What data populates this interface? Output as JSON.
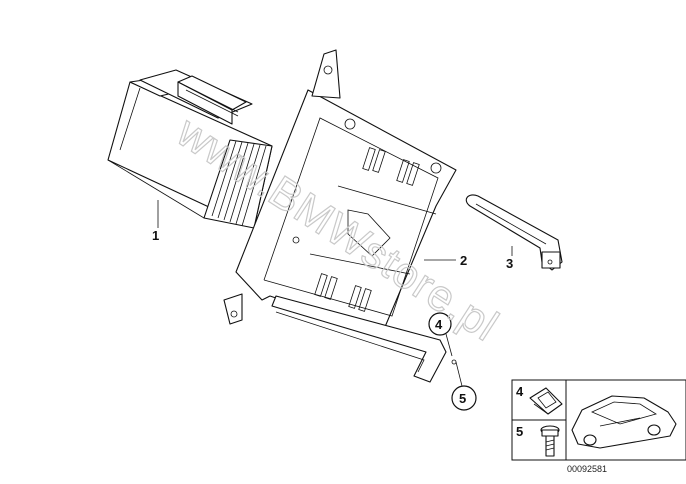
{
  "diagram": {
    "watermark": "www.BMWstore.pl",
    "catalog_code": "00092581",
    "callouts": {
      "c1": "1",
      "c2": "2",
      "c3": "3",
      "c4": "4",
      "c5": "5"
    },
    "legend": {
      "row4_label": "4",
      "row5_label": "5"
    }
  }
}
